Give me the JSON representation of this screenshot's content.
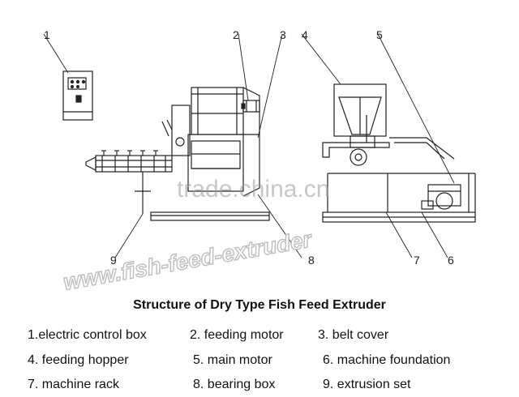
{
  "diagram": {
    "title": "Structure of Dry Type Fish Feed Extruder",
    "callout_numbers": [
      "1",
      "2",
      "3",
      "4",
      "5",
      "6",
      "7",
      "8",
      "9"
    ],
    "watermark_primary": "trade.china.cn",
    "watermark_secondary": "www.fish-feed-extruder"
  },
  "legend": [
    "1.electric control box",
    "2. feeding motor",
    "3. belt cover",
    "4. feeding hopper",
    "5. main motor",
    "6. machine foundation",
    "7. machine rack",
    "8. bearing box",
    "9. extrusion set"
  ]
}
